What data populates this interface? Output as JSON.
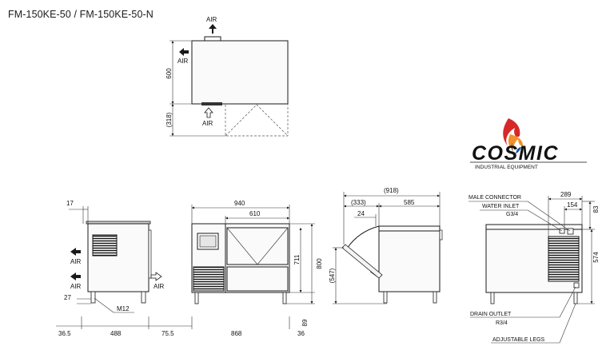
{
  "title": "FM-150KE-50 / FM-150KE-50-N",
  "air": "AIR",
  "top_view": {
    "h600": "600",
    "h318": "(318)"
  },
  "front_view": {
    "w940": "940",
    "w610": "610",
    "h711": "711",
    "h800": "800",
    "h89": "89",
    "w868": "868",
    "w36": "36",
    "w75": "75.5"
  },
  "side_view": {
    "w17": "17",
    "h27": "27",
    "m12": "M12",
    "w365": "36.5",
    "w488": "488"
  },
  "door_view": {
    "w918": "(918)",
    "w333": "(333)",
    "w585": "585",
    "w24": "24",
    "h547": "(547)"
  },
  "rear_view": {
    "w289": "289",
    "w154": "154",
    "h83": "83",
    "h574": "574",
    "male_connector": "MALE CONNECTOR",
    "water_inlet": "WATER INLET",
    "water_inlet_size": "G3/4",
    "drain_outlet": "DRAIN OUTLET",
    "drain_outlet_size": "R3/4",
    "adjustable_legs": "ADJUSTABLE LEGS"
  },
  "logo": {
    "word": "COSMIC",
    "tagline": "INDUSTRIAL EQUIPMENT"
  },
  "colors": {
    "flame_red": "#d62828",
    "flame_orange": "#f2902b",
    "flame_blue": "#1f4fa0",
    "ink": "#1a1a1a"
  }
}
